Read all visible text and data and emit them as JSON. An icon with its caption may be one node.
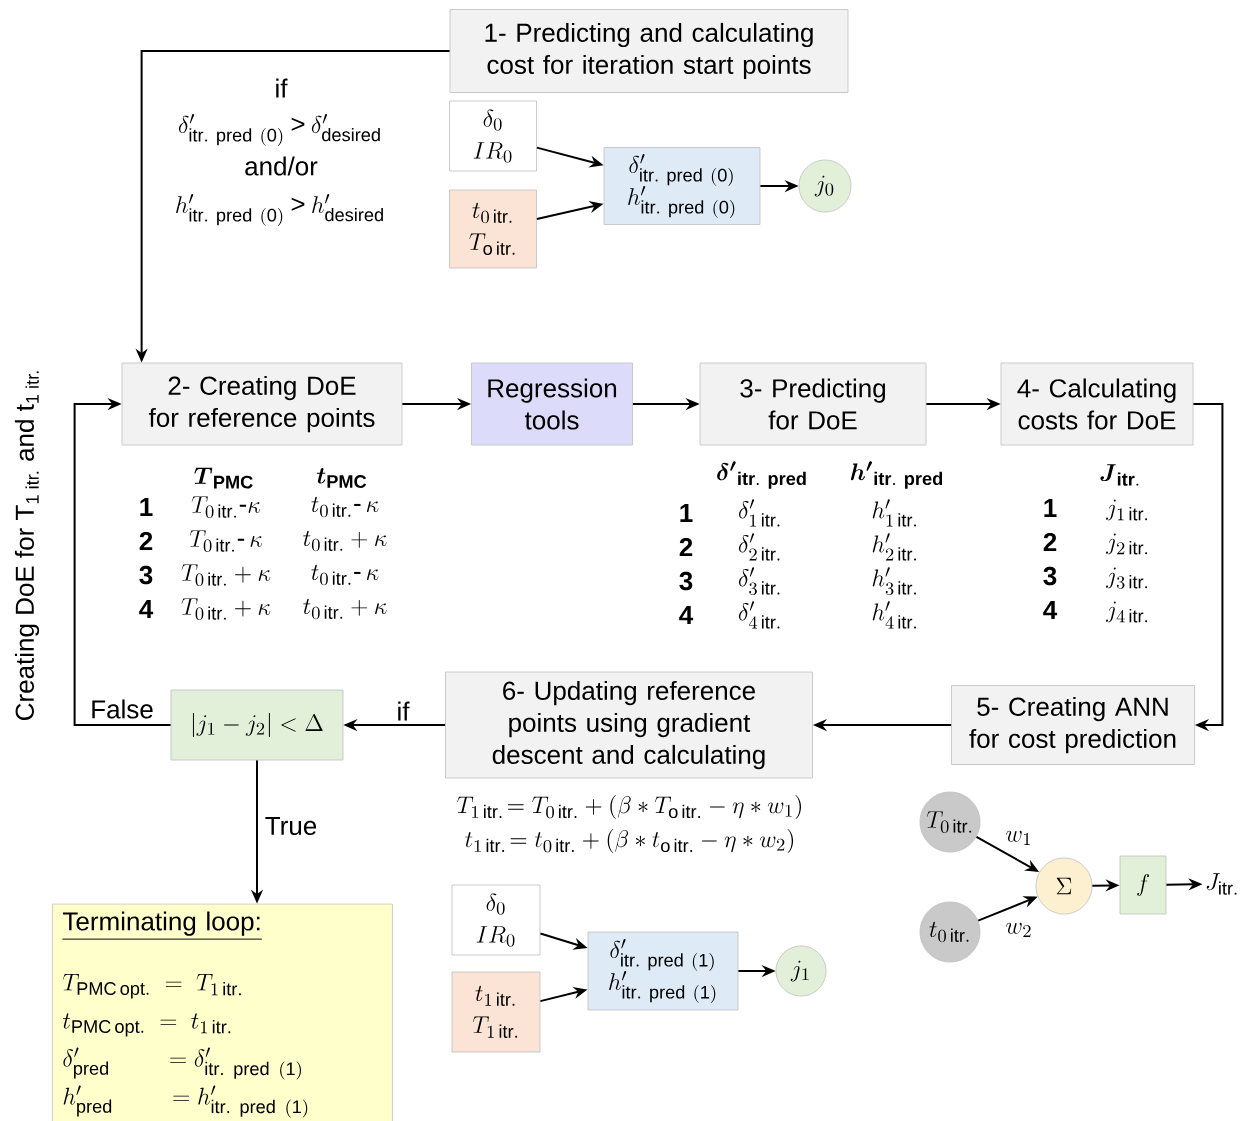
{
  "diagram": {
    "nodes": [
      {
        "text": [
          "1- Predicting and calculating cost for iteration start points"
        ]
      },
      {
        "text": [
          "\\delta_0",
          "IR_0"
        ]
      },
      {
        "text": [
          "t_{0\\,\\mathrm{itr.}}",
          "T_{\\mathrm{o\\,itr.}}"
        ]
      },
      {
        "text": [
          "\\delta'_{\\mathrm{itr.\\ pred\\ (0)}}",
          "h'_{\\mathrm{itr.\\ pred\\ (0)}}"
        ]
      },
      {
        "text": [
          "j_0"
        ]
      },
      {
        "text": [
          "2- Creating DoE for reference points"
        ]
      },
      {
        "text": [
          "Regression tools"
        ]
      },
      {
        "text": [
          "3- Predicting for DoE"
        ]
      },
      {
        "text": [
          "4- Calculating costs for DoE"
        ]
      },
      {
        "text": [
          "5- Creating ANN for cost prediction"
        ]
      },
      {
        "text": [
          "6- Updating reference points using gradient descent and calculating"
        ]
      },
      {
        "text": [
          "\\left|j_1-j_2\\right|<\\Delta"
        ]
      },
      {
        "text": [
          "Terminating loop:",
          "T_{\\mathrm{PMC\\,opt.}}\\;=\\;T_{1\\,\\mathrm{itr.}}",
          "t_{\\mathrm{PMC\\,opt.}}\\;=\\;t_{1\\,\\mathrm{itr.}}",
          "\\delta'_{\\mathrm{pred}}\\qquad=\\delta'_{\\mathrm{itr.\\ pred\\ (1)}}",
          "h'_{\\mathrm{pred}}\\qquad=h'_{\\mathrm{itr.\\ pred\\ (1)}}"
        ]
      },
      {
        "text": [
          "\\delta_0",
          "IR_0"
        ]
      },
      {
        "text": [
          "t_{1\\,\\mathrm{itr.}}",
          "T_{1\\,\\mathrm{itr.}}"
        ]
      },
      {
        "text": [
          "\\delta'_{\\mathrm{itr.\\ pred\\ (1)}}",
          "h'_{\\mathrm{itr.\\ pred\\ (1)}}"
        ]
      },
      {
        "text": [
          "j_1"
        ]
      },
      {
        "text": [
          "T_{0\\,\\mathrm{itr.}}"
        ]
      },
      {
        "text": [
          "t_{0\\,\\mathrm{itr.}}"
        ]
      },
      {
        "text": [
          "\\Sigma"
        ]
      },
      {
        "text": [
          "f"
        ]
      },
      {
        "text": [
          "J_{\\mathrm{itr.}}"
        ]
      }
    ],
    "edges": [
      {
        "from": 0,
        "to": 5,
        "arrow": "to"
      },
      {
        "from": 1,
        "to": 3,
        "arrow": "to"
      },
      {
        "from": 2,
        "to": 3,
        "arrow": "to"
      },
      {
        "from": 3,
        "to": 4,
        "arrow": "to"
      },
      {
        "from": 5,
        "to": 6,
        "arrow": "to"
      },
      {
        "from": 6,
        "to": 7,
        "arrow": "to"
      },
      {
        "from": 7,
        "to": 8,
        "arrow": "to"
      },
      {
        "from": 8,
        "to": 9,
        "arrow": "to"
      },
      {
        "from": 9,
        "to": 10,
        "arrow": "to"
      },
      {
        "from": 10,
        "to": 11,
        "arrow": "to",
        "label": "if"
      },
      {
        "from": 11,
        "to": 5,
        "arrow": "to",
        "label": "False"
      },
      {
        "from": 11,
        "to": 12,
        "arrow": "to",
        "label": "True"
      },
      {
        "from": 13,
        "to": 15,
        "arrow": "to"
      },
      {
        "from": 14,
        "to": 15,
        "arrow": "to"
      },
      {
        "from": 15,
        "to": 16,
        "arrow": "to"
      },
      {
        "from": 17,
        "to": 19,
        "arrow": "to",
        "label": "w_1"
      },
      {
        "from": 18,
        "to": 19,
        "arrow": "to",
        "label": "w_2"
      },
      {
        "from": 19,
        "to": 20,
        "arrow": "to"
      },
      {
        "from": 20,
        "to": 21,
        "arrow": "to"
      }
    ],
    "labels": [
      "if",
      "\\delta'_{\\mathrm{itr.\\ pred\\ (0)}}\\mathbin{\\textsf{>}}\\delta'_{\\mathrm{desired}}",
      "and/or",
      "h'_{\\mathrm{itr.\\ pred\\ (0)}}\\mathbin{\\textsf{>}}h'_{\\mathrm{desired}}",
      "Creating DoE for T$_{1 itr.}$ and t$_{1 itr.}$",
      "\\boldsymbol{T}_{\\mathbf{PMC}}",
      "\\boldsymbol{t}_{\\mathbf{PMC}}",
      "1",
      "T_{0\\,\\mathrm{itr.}}\\text{-}\\kappa",
      "t_{0\\,\\mathrm{itr.}}\\text{-}\\,\\kappa",
      "2",
      "T_{0\\,\\mathrm{itr.}}\\text{-}\\,\\kappa",
      "t_{0\\,\\mathrm{itr.}}+\\kappa",
      "3",
      "T_{0\\,\\mathrm{itr.}}+\\kappa",
      "t_{0\\,\\mathrm{itr.}}\\text{-}\\,\\kappa",
      "4",
      "T_{0\\,\\mathrm{itr.}}+\\kappa",
      "t_{0\\,\\mathrm{itr.}}+\\kappa",
      "\\boldsymbol{\\delta'}_{\\mathbf{itr.\\ pred}}",
      "\\boldsymbol{h'}_{\\mathbf{itr.\\ pred}}",
      "1",
      "\\delta'_{1\\,\\mathrm{itr.}}",
      "h'_{1\\,\\mathrm{itr.}}",
      "2",
      "\\delta'_{2\\,\\mathrm{itr.}}",
      "h'_{2\\,\\mathrm{itr.}}",
      "3",
      "\\delta'_{3\\,\\mathrm{itr.}}",
      "h'_{3\\,\\mathrm{itr.}}",
      "4",
      "\\delta'_{4\\,\\mathrm{itr.}}",
      "h'_{4\\,\\mathrm{itr.}}",
      "\\boldsymbol{J}_{\\mathbf{itr.}}",
      "1",
      "j_{1\\,\\mathrm{itr.}}",
      "2",
      "j_{2\\,\\mathrm{itr.}}",
      "3",
      "j_{3\\,\\mathrm{itr.}}",
      "4",
      "j_{4\\,\\mathrm{itr.}}",
      "T_{1\\,\\mathrm{itr.}}\\!=T_{0\\,\\mathrm{itr.}}+(\\beta*T_{\\mathrm{o\\,itr.}}-\\eta*w_1)",
      "t_{1\\,\\mathrm{itr.}}\\!=t_{0\\,\\mathrm{itr.}}+(\\beta*t_{\\mathrm{o\\,itr.}}-\\eta*w_2)"
    ]
  }
}
